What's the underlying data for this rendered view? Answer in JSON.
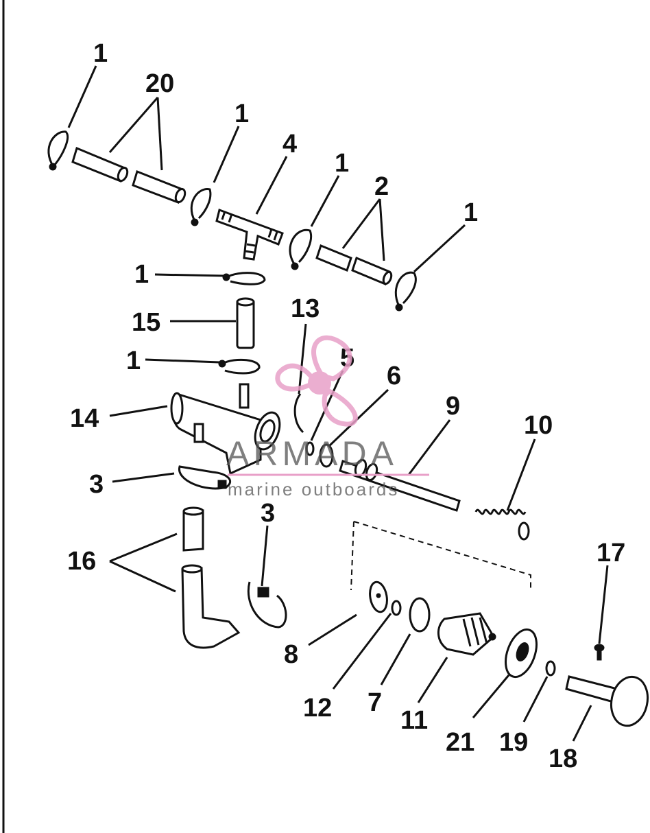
{
  "diagram": {
    "labels": [
      "1",
      "20",
      "1",
      "4",
      "1",
      "2",
      "1",
      "1",
      "15",
      "13",
      "1",
      "5",
      "6",
      "9",
      "10",
      "14",
      "3",
      "16",
      "3",
      "17",
      "8",
      "12",
      "7",
      "11",
      "21",
      "19",
      "18"
    ]
  },
  "watermark": {
    "brand": "ARMADA",
    "tagline": "marine outboards",
    "logo_color": "#e8a0c8"
  }
}
